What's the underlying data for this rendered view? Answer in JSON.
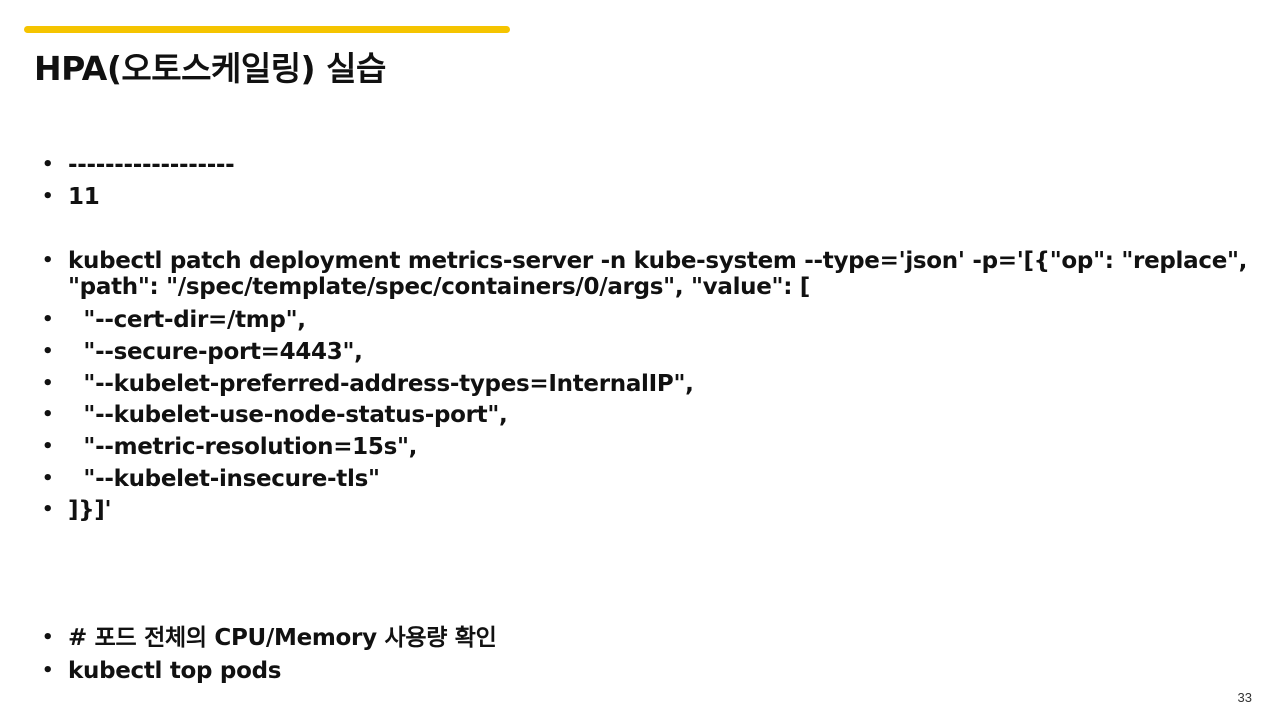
{
  "slide": {
    "title": "HPA(오토스케일링) 실습",
    "page_number": "33",
    "accent_color": "#f5c400"
  },
  "bullets": [
    {
      "text": "------------------"
    },
    {
      "text": "11"
    },
    {
      "text": "kubectl patch deployment metrics-server -n kube-system --type='json' -p='[{\"op\": \"replace\", \"path\": \"/spec/template/spec/containers/0/args\", \"value\": ["
    },
    {
      "text": "  \"--cert-dir=/tmp\","
    },
    {
      "text": "  \"--secure-port=4443\","
    },
    {
      "text": "  \"--kubelet-preferred-address-types=InternalIP\","
    },
    {
      "text": "  \"--kubelet-use-node-status-port\","
    },
    {
      "text": "  \"--metric-resolution=15s\","
    },
    {
      "text": "  \"--kubelet-insecure-tls\""
    },
    {
      "text": "]}]'"
    },
    {
      "text": "# 포드 전체의 CPU/Memory 사용량 확인"
    },
    {
      "text": "kubectl top pods"
    }
  ],
  "bullet_symbol": "•"
}
